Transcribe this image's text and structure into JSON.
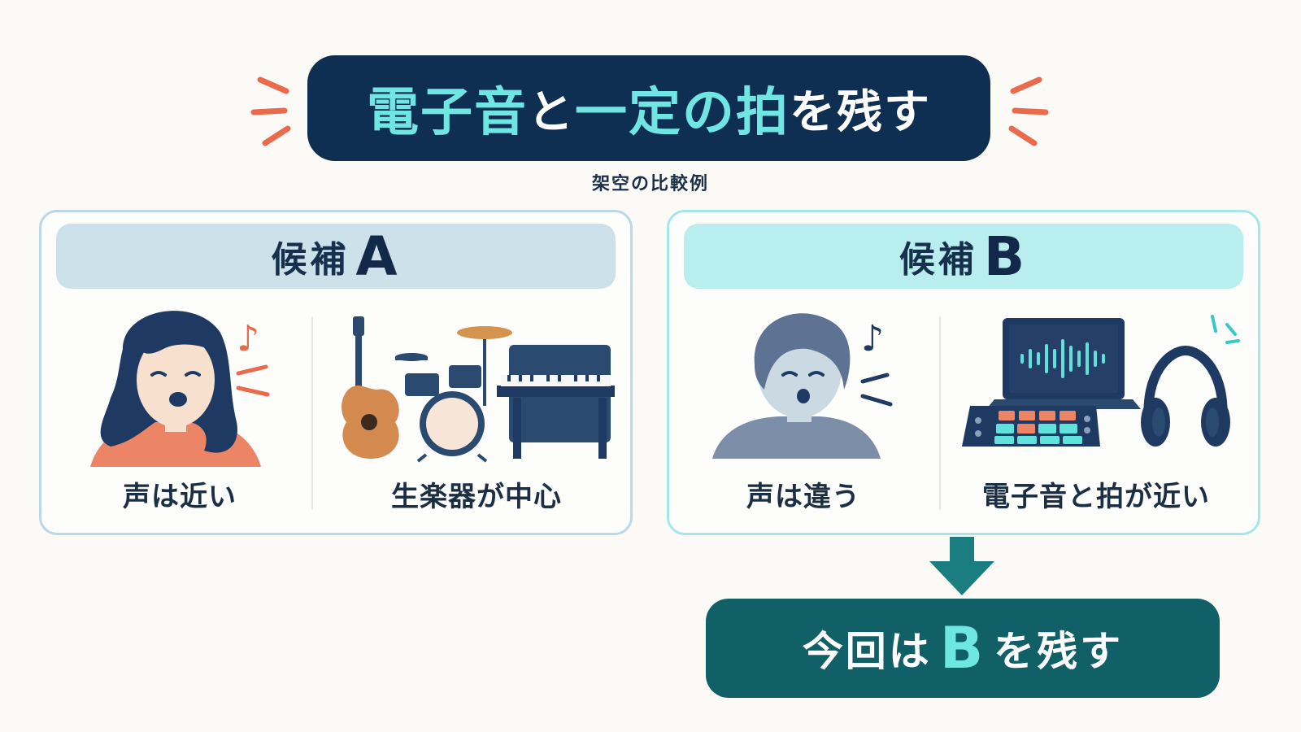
{
  "title": {
    "part1": "電子音",
    "part2": "と",
    "part3": "一定の拍",
    "part4": "を残す"
  },
  "subtitle": "架空の比較例",
  "panel_a": {
    "header_label": "候補",
    "header_letter": "A",
    "left_caption": "声は近い",
    "right_caption": "生楽器が中心"
  },
  "panel_b": {
    "header_label": "候補",
    "header_letter": "B",
    "left_caption": "声は違う",
    "right_caption": "電子音と拍が近い"
  },
  "result": {
    "prefix": "今回は",
    "letter": "B",
    "suffix": "を残す"
  },
  "icons": {
    "note": "♪"
  },
  "colors": {
    "navy": "#0e2f52",
    "accent_cyan": "#6fe6e3",
    "burst_red": "#ec6a4c",
    "result_teal": "#115f67",
    "arrow_teal": "#1a7d80",
    "panel_a_header": "#cde1ea",
    "panel_b_header": "#b8eeed"
  }
}
